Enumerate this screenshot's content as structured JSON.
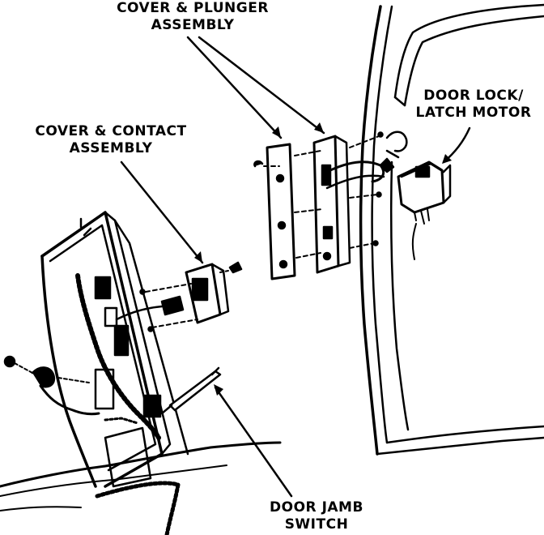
{
  "labels": {
    "cover_plunger": {
      "line1": "COVER & PLUNGER",
      "line2": "ASSEMBLY"
    },
    "door_lock": {
      "line1": "DOOR LOCK/",
      "line2": "LATCH MOTOR"
    },
    "cover_contact": {
      "line1": "COVER & CONTACT",
      "line2": "ASSEMBLY"
    },
    "door_jamb": {
      "line1": "DOOR JAMB",
      "line2": "SWITCH"
    }
  },
  "colors": {
    "ink": "#000000",
    "paper": "#ffffff"
  }
}
